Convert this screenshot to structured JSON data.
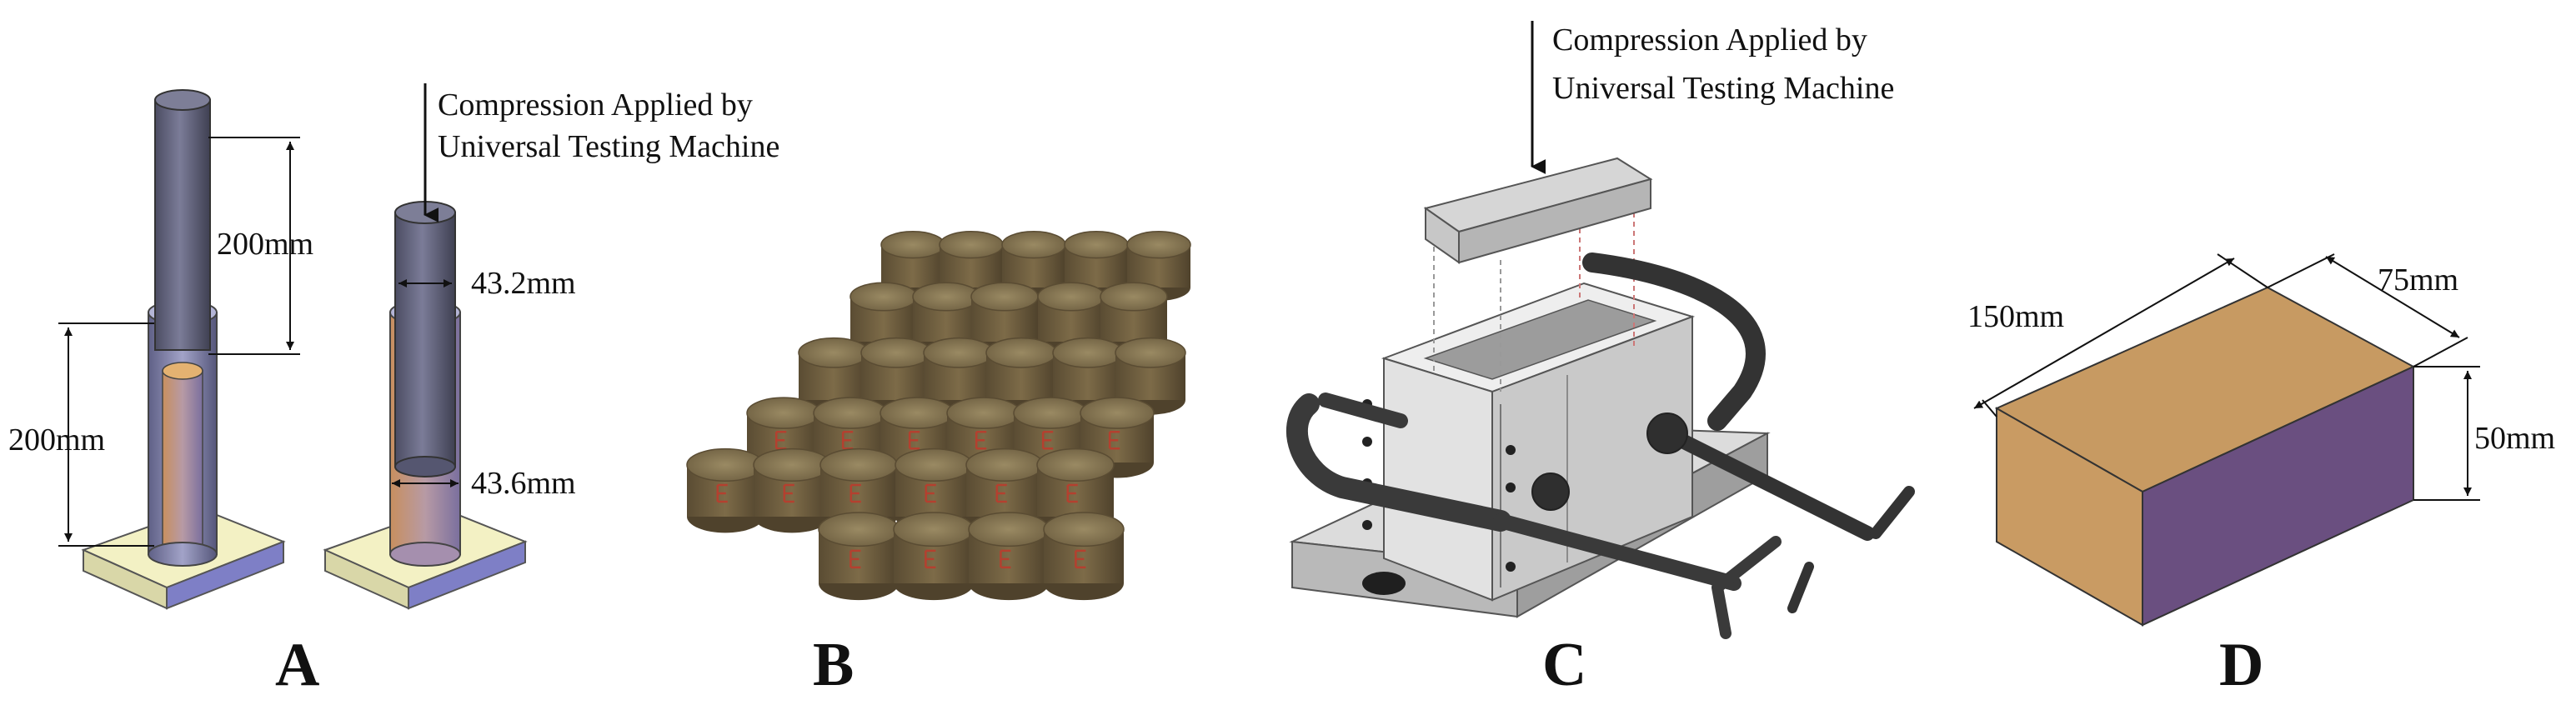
{
  "panels": {
    "A": {
      "letter": "A",
      "annotation_line1": "Compression Applied by",
      "annotation_line2": "Universal Testing Machine",
      "dim_upper_height": "200mm",
      "dim_lower_height": "200mm",
      "dim_upper_diameter": "43.2mm",
      "dim_lower_diameter": "43.6mm"
    },
    "B": {
      "letter": "B"
    },
    "C": {
      "letter": "C",
      "annotation_line1": "Compression Applied by",
      "annotation_line2": "Universal Testing Machine"
    },
    "D": {
      "letter": "D",
      "dim_length": "150mm",
      "dim_width": "75mm",
      "dim_height": "50mm"
    }
  },
  "colors": {
    "rod": "#6d6e88",
    "tube": "#8a8bb0",
    "base_top": "#f3f1c4",
    "base_side": "#7e7fc6",
    "sample": "#d7a86e",
    "cylinder_sample": "#6b5c3e",
    "brick_top": "#c79a62",
    "brick_side": "#6a4f80"
  }
}
